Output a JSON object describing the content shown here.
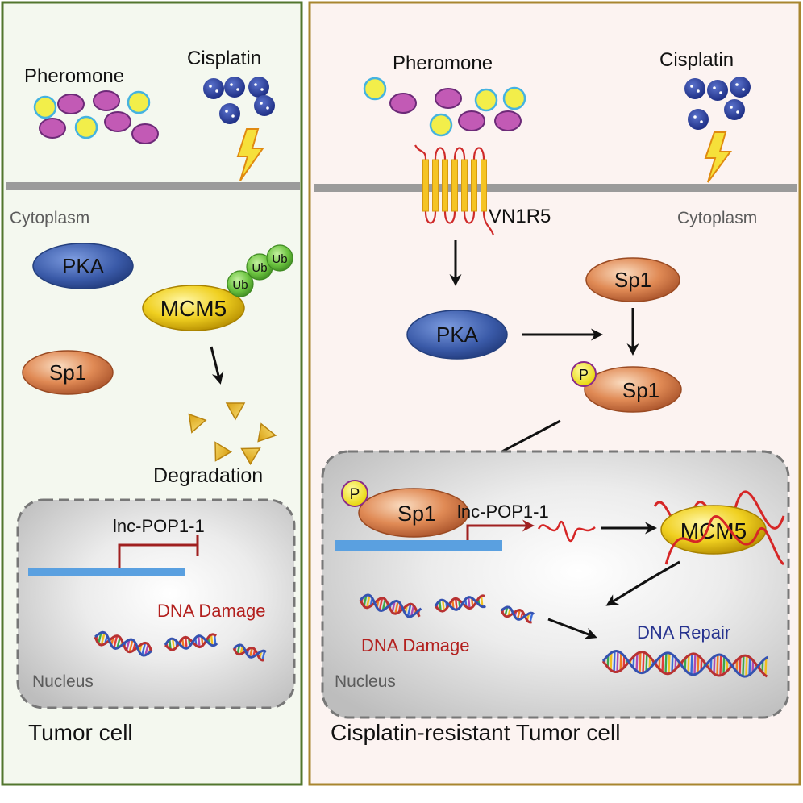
{
  "left_panel": {
    "pheromone_label": "Pheromone",
    "cisplatin_label": "Cisplatin",
    "cytoplasm_label": "Cytoplasm",
    "pka_label": "PKA",
    "mcm5_label": "MCM5",
    "ub_labels": [
      "Ub",
      "Ub",
      "Ub"
    ],
    "sp1_label": "Sp1",
    "degradation_label": "Degradation",
    "lnc_label": "lnc-POP1-1",
    "dna_damage_label": "DNA Damage",
    "nucleus_label": "Nucleus",
    "cell_label": "Tumor cell"
  },
  "right_panel": {
    "pheromone_label": "Pheromone",
    "cisplatin_label": "Cisplatin",
    "receptor_label": "VN1R5",
    "cytoplasm_label": "Cytoplasm",
    "sp1_label": "Sp1",
    "pka_label": "PKA",
    "phospho_sp1": {
      "p_label": "P",
      "sp1_label": "Sp1"
    },
    "nuclear_sp1": {
      "p_label": "P",
      "sp1_label": "Sp1"
    },
    "lnc_label": "lnc-POP1-1",
    "mcm5_label": "MCM5",
    "dna_damage_label": "DNA Damage",
    "dna_repair_label": "DNA Repair",
    "nucleus_label": "Nucleus",
    "cell_label": "Cisplatin-resistant Tumor cell"
  },
  "colors": {
    "left_border": "#52762e",
    "right_border": "#a8862f",
    "pka": "#3a5aa8",
    "mcm5": "#f0d020",
    "sp1": "#e08a55",
    "ubiquitin": "#6cc440",
    "dna_damage_text": "#b3201e",
    "dna_repair_text": "#27338f"
  }
}
